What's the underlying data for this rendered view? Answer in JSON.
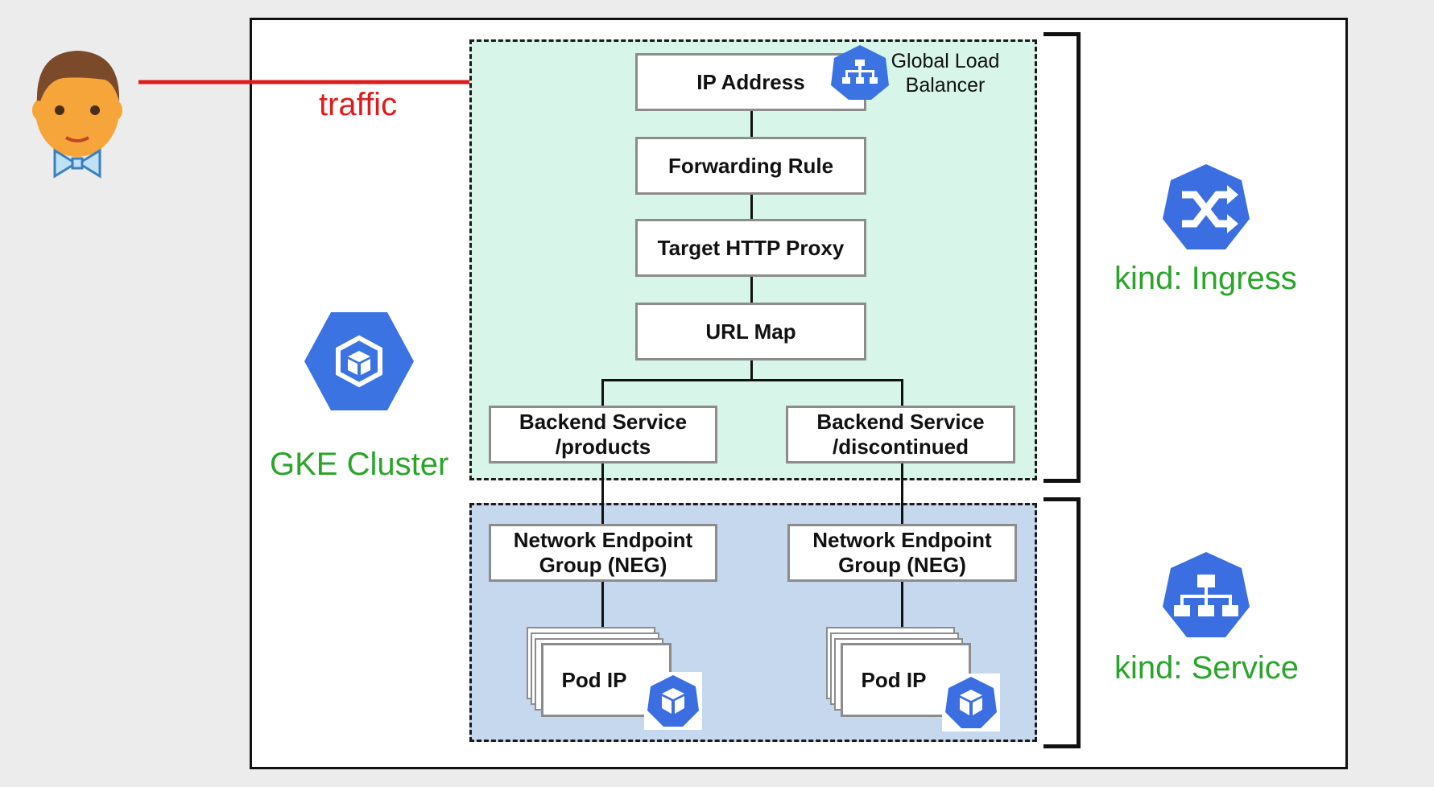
{
  "colors": {
    "background": "#ececec",
    "ingress_region": "#d8f5ea",
    "service_region": "#c6d8ee",
    "accent_green": "#2aa52a",
    "accent_red": "#e01b1b",
    "google_blue": "#3b73e2"
  },
  "actor": {
    "icon": "user-avatar-icon",
    "arrow_label": "traffic"
  },
  "load_balancer": {
    "label_line1": "Global Load",
    "label_line2": "Balancer",
    "icon": "load-balancer-icon"
  },
  "nodes": {
    "ip_address": "IP Address",
    "forwarding_rule": "Forwarding Rule",
    "target_proxy": "Target HTTP Proxy",
    "url_map": "URL Map",
    "backend_products": {
      "line1": "Backend Service",
      "line2": "/products"
    },
    "backend_discontinued": {
      "line1": "Backend Service",
      "line2": "/discontinued"
    },
    "neg_left": {
      "line1": "Network Endpoint",
      "line2": "Group (NEG)"
    },
    "neg_right": {
      "line1": "Network Endpoint",
      "line2": "Group (NEG)"
    },
    "pod_left": "Pod IP",
    "pod_right": "Pod IP"
  },
  "cluster": {
    "label": "GKE Cluster",
    "icon": "gke-cluster-icon"
  },
  "ingress": {
    "label": "kind: Ingress",
    "icon": "ingress-shuffle-icon"
  },
  "service": {
    "label": "kind: Service",
    "icon": "service-network-icon"
  }
}
